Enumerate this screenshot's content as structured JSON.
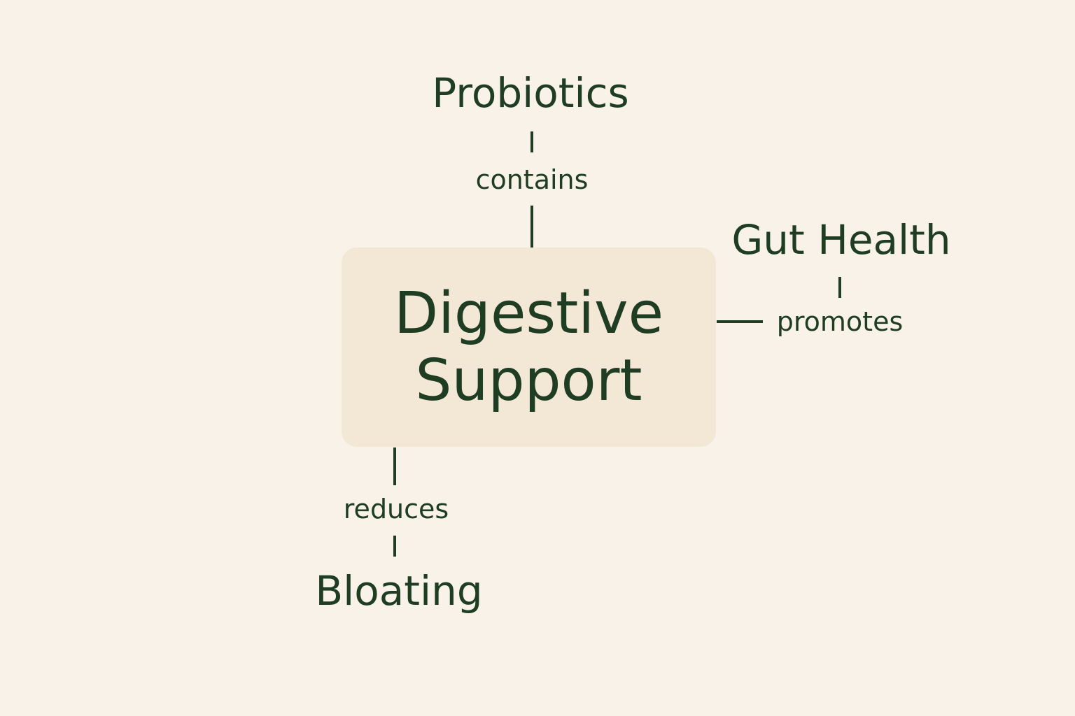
{
  "colors": {
    "background": "#f8f2e8",
    "center_box": "#f3e8d5",
    "text": "#1f3d22",
    "line": "#1f3d22"
  },
  "center": {
    "line1": "Digestive",
    "line2": "Support"
  },
  "nodes": {
    "top": "Probiotics",
    "right": "Gut Health",
    "bottom": "Bloating"
  },
  "edges": {
    "top": "contains",
    "right": "promotes",
    "bottom": "reduces"
  }
}
